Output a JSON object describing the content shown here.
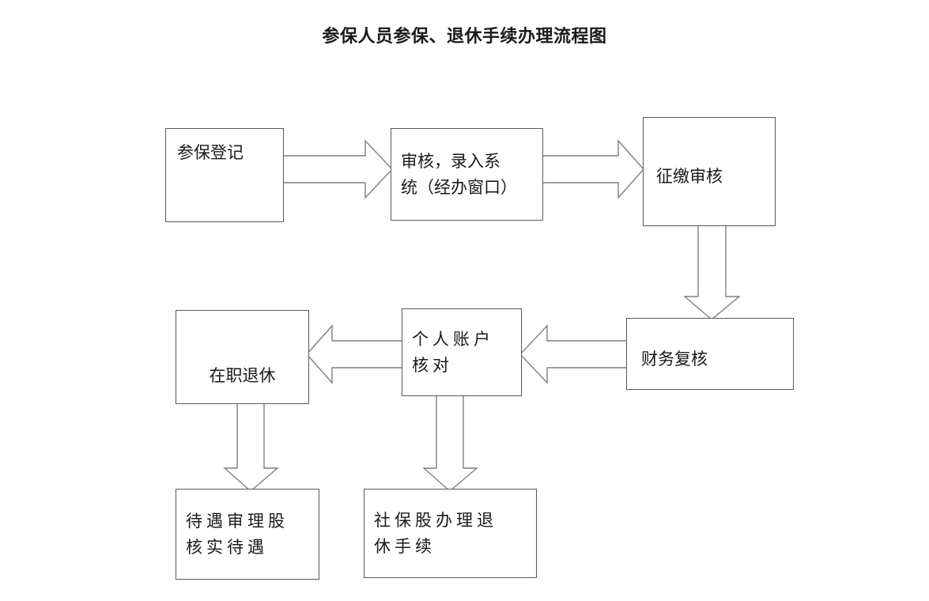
{
  "document": {
    "title": "参保人员参保、退休手续办理流程图"
  },
  "diagram": {
    "type": "flowchart",
    "orientation": "left-to-right-then-right-to-left",
    "nodes": [
      {
        "id": "n1",
        "label": "参保登记"
      },
      {
        "id": "n2",
        "label": "审核，录入系\n统（经办窗口）"
      },
      {
        "id": "n3",
        "label": "征缴审核"
      },
      {
        "id": "n4",
        "label": "财务复核"
      },
      {
        "id": "n5",
        "label": "个人账户\n核对"
      },
      {
        "id": "n6",
        "label": "在职退休"
      },
      {
        "id": "n7",
        "label": "待遇审理股\n核实待遇"
      },
      {
        "id": "n8",
        "label": "社保股办理退\n休手续"
      }
    ],
    "edges": [
      {
        "from": "n1",
        "to": "n2",
        "direction": "right"
      },
      {
        "from": "n2",
        "to": "n3",
        "direction": "right"
      },
      {
        "from": "n3",
        "to": "n4",
        "direction": "down"
      },
      {
        "from": "n4",
        "to": "n5",
        "direction": "left"
      },
      {
        "from": "n5",
        "to": "n6",
        "direction": "left"
      },
      {
        "from": "n6",
        "to": "n7",
        "direction": "down"
      },
      {
        "from": "n5",
        "to": "n8",
        "direction": "down"
      }
    ]
  },
  "style": {
    "box_border": "#595959",
    "arrow_outline": "#7f7f7f",
    "text_color": "#1a1a1a",
    "background": "#ffffff"
  }
}
